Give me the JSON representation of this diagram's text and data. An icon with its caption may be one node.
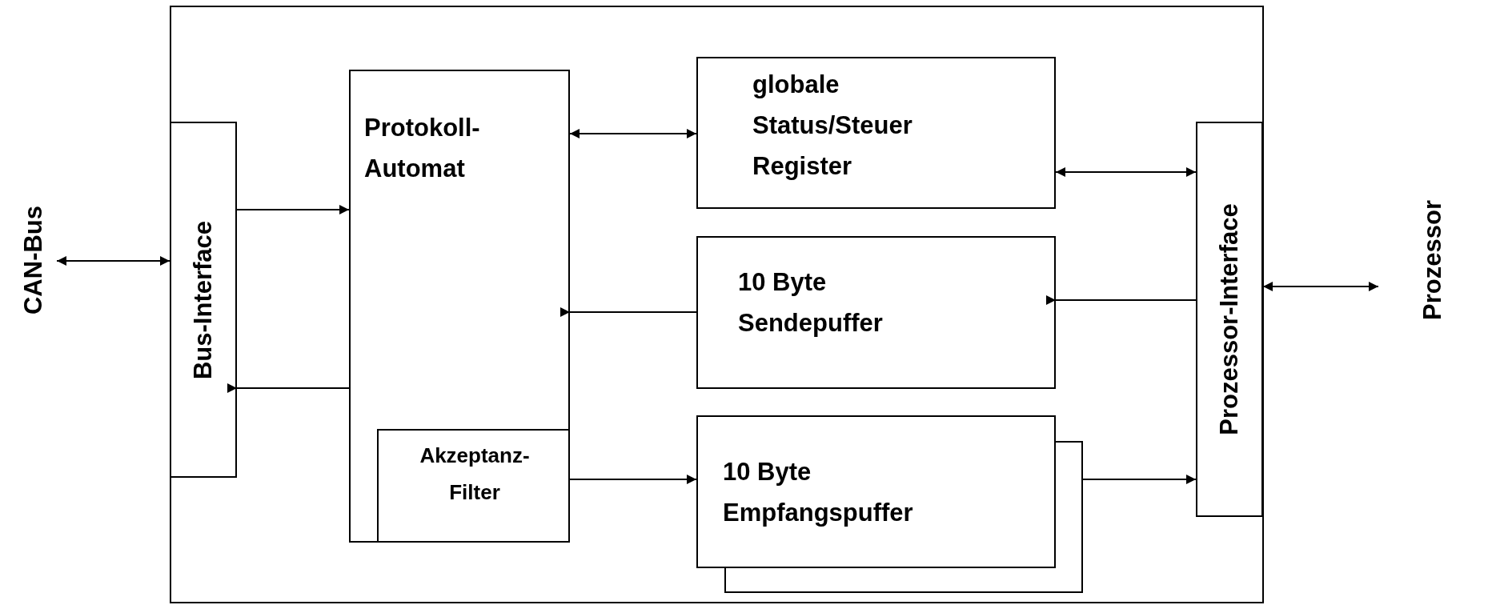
{
  "diagram": {
    "nodes": [
      {
        "text": [],
        "shape": "box"
      },
      {
        "text": [
          "CAN-Bus"
        ]
      },
      {
        "text": [
          "Bus-Interface"
        ],
        "in": 0
      },
      {
        "text": [
          "Protokoll- Automat"
        ],
        "in": 0
      },
      {
        "text": [
          "Akzeptanz- Filter"
        ],
        "in": 3
      },
      {
        "text": [
          "globale Status/Steuer Register"
        ],
        "in": 0
      },
      {
        "text": [
          "10 Byte Sendepuffer"
        ],
        "in": 0
      },
      {
        "text": [
          "10 Byte Empfangspuffer"
        ],
        "in": 0
      },
      {
        "text": [
          "Prozessor-Interface"
        ],
        "in": 0
      },
      {
        "text": [
          "Prozessor"
        ]
      }
    ],
    "edges": [
      {
        "from": 1,
        "to": 2,
        "arrow": "both"
      },
      {
        "from": 2,
        "to": 3,
        "arrow": "to"
      },
      {
        "from": 3,
        "to": 2,
        "arrow": "to"
      },
      {
        "from": 3,
        "to": 5,
        "arrow": "both"
      },
      {
        "from": 5,
        "to": 8,
        "arrow": "both"
      },
      {
        "from": 6,
        "to": 3,
        "arrow": "to"
      },
      {
        "from": 8,
        "to": 6,
        "arrow": "to"
      },
      {
        "from": 4,
        "to": 7,
        "arrow": "to"
      },
      {
        "from": 7,
        "to": 8,
        "arrow": "to"
      },
      {
        "from": 8,
        "to": 9,
        "arrow": "both"
      }
    ]
  }
}
